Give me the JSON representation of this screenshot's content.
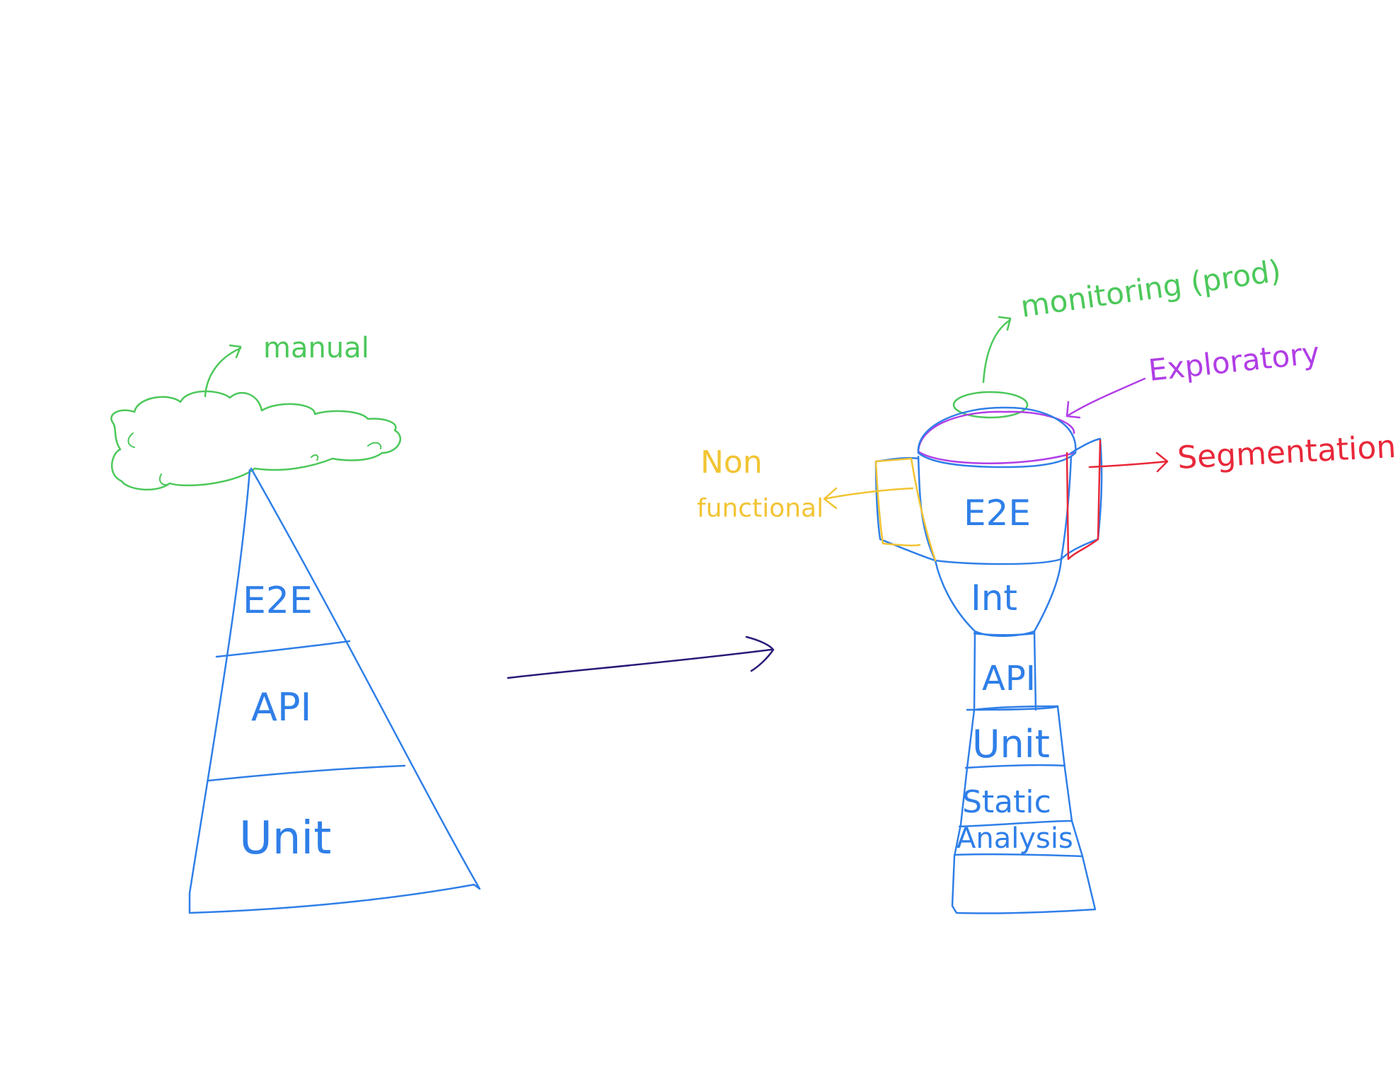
{
  "colors": {
    "blue": "#2f7fe8",
    "green": "#4cc85a",
    "purple": "#b13ee6",
    "red": "#e8283a",
    "yellow": "#f2c433",
    "navy": "#2a1a78"
  },
  "pyramid": {
    "top_label": "manual",
    "layers": [
      "E2E",
      "API",
      "Unit"
    ]
  },
  "trophy": {
    "top_label": "monitoring (prod)",
    "rim_label": "Exploratory",
    "right_handle_label": "Segmentation",
    "left_handle_label_line1": "Non",
    "left_handle_label_line2": "functional",
    "layers": [
      "E2E",
      "Int",
      "API",
      "Unit"
    ],
    "base_line1": "Static",
    "base_line2": "Analysis"
  }
}
